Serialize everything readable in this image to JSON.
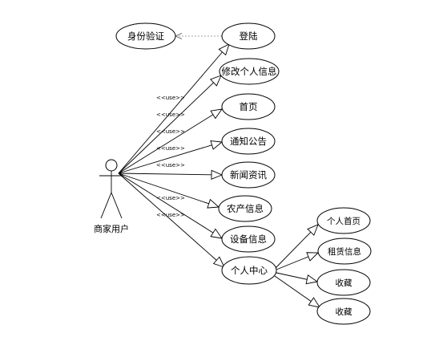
{
  "actor": {
    "name": "商家用户"
  },
  "stereotype": "<<use>>",
  "use_cases": {
    "identity_verify": "身份验证",
    "login": "登陆",
    "edit_info": "修改个人信息",
    "home": "首页",
    "notice": "通知公告",
    "news": "新闻资讯",
    "agri_info": "农产信息",
    "equipment_info": "设备信息",
    "personal_center": "个人中心"
  },
  "sub_cases": {
    "personal_home": "个人首页",
    "rental_info": "租赁信息",
    "favorite_1": "收藏",
    "favorite_2": "收藏"
  }
}
